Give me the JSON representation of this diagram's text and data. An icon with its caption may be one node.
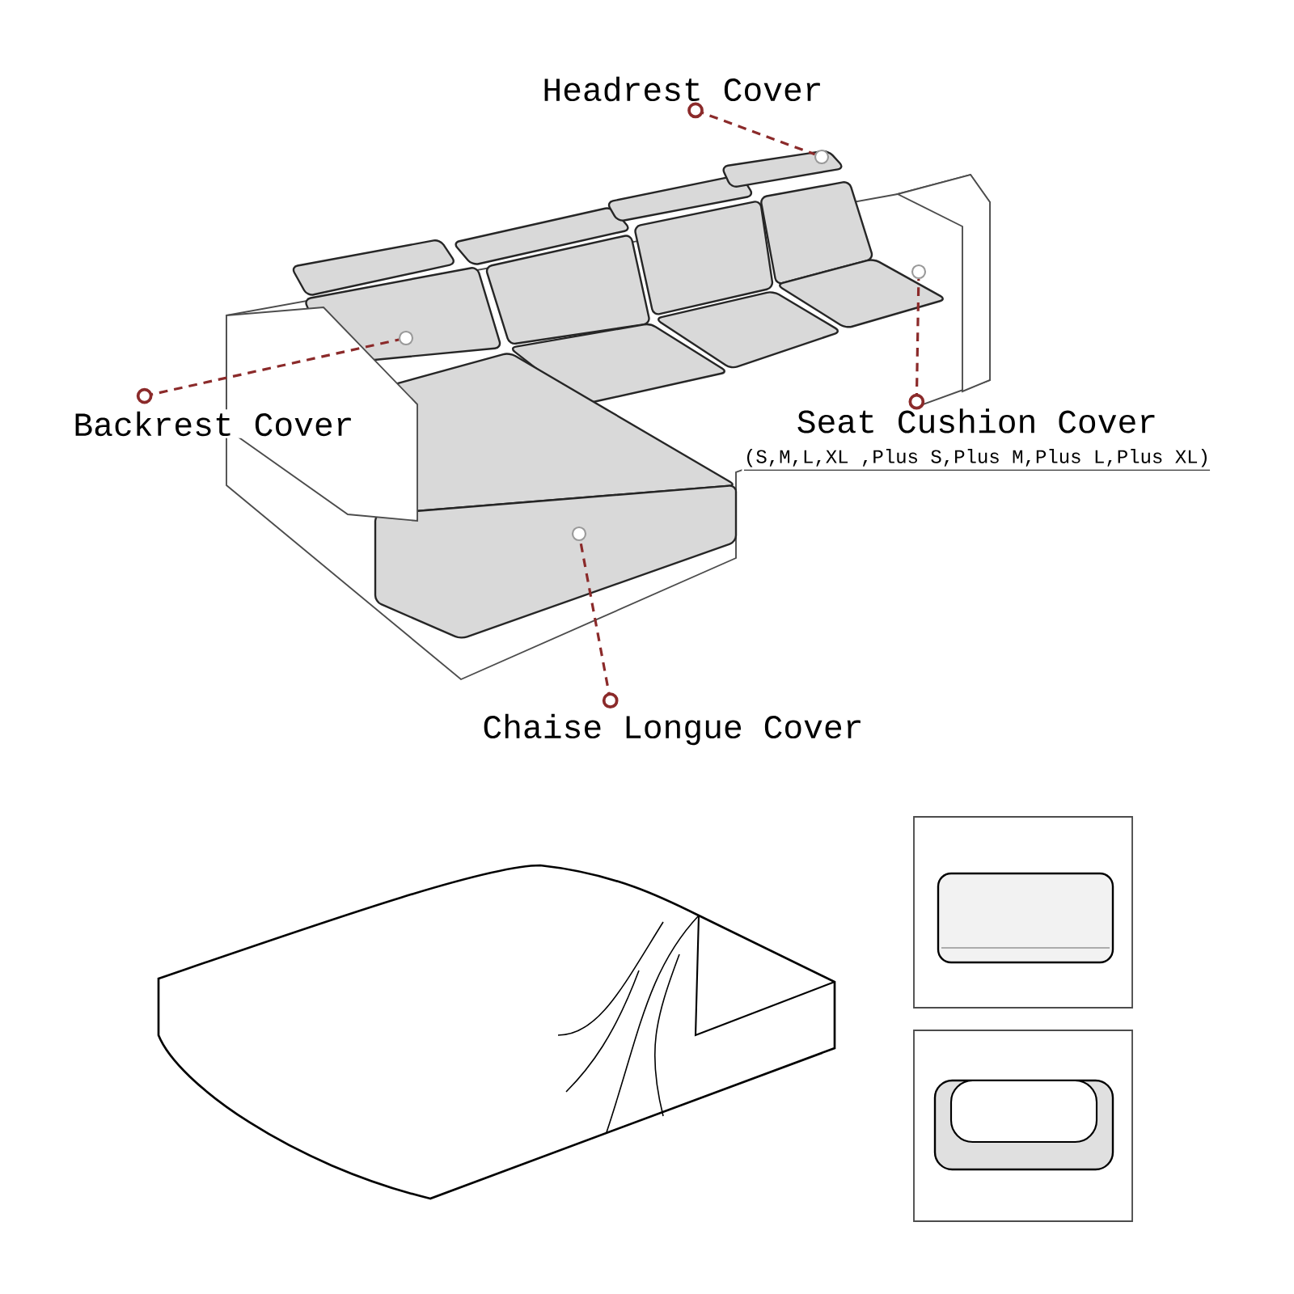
{
  "diagram": {
    "nodes": [
      {
        "text": [
          "Headrest Cover"
        ]
      },
      {
        "text": [],
        "shape": "circle"
      },
      {
        "text": [
          "Backrest Cover"
        ]
      },
      {
        "text": [],
        "shape": "circle"
      },
      {
        "text": [
          "Seat Cushion Cover",
          "(S,M,L,XL ,Plus S,Plus M,Plus L,Plus XL)"
        ]
      },
      {
        "text": [],
        "shape": "circle"
      },
      {
        "text": [
          "Chaise Longue Cover"
        ]
      },
      {
        "text": [],
        "shape": "circle"
      }
    ],
    "edges": [
      {
        "from": 0,
        "to": 1,
        "arrow": "other",
        "style": "dashed"
      },
      {
        "from": 2,
        "to": 3,
        "arrow": "other",
        "style": "dashed"
      },
      {
        "from": 4,
        "to": 5,
        "arrow": "other",
        "style": "dashed"
      },
      {
        "from": 6,
        "to": 7,
        "arrow": "other",
        "style": "dashed"
      }
    ]
  }
}
